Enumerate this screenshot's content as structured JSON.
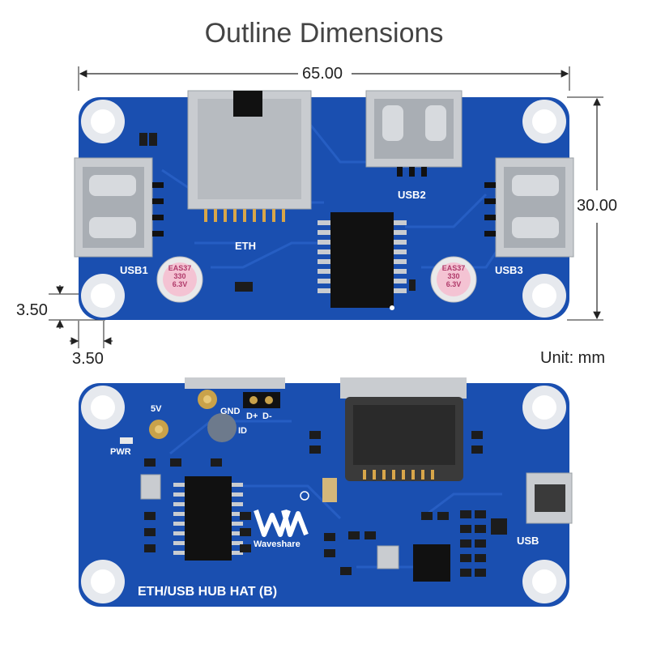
{
  "title": "Outline Dimensions",
  "dimensions": {
    "width": "65.00",
    "height": "30.00",
    "hole_offset_y": "3.50",
    "hole_offset_x": "3.50"
  },
  "unit_label": "Unit: mm",
  "top_board": {
    "labels": {
      "usb1": "USB1",
      "usb2": "USB2",
      "usb3": "USB3",
      "eth": "ETH",
      "cap1": [
        "EAS37",
        "330",
        "6.3V"
      ],
      "cap2": [
        "EAS37",
        "330",
        "6.3V"
      ]
    }
  },
  "bottom_board": {
    "labels": {
      "pwr": "PWR",
      "five_v": "5V",
      "gnd": "GND",
      "dplus": "D+",
      "dminus": "D-",
      "id": "ID",
      "usb": "USB",
      "brand": "Waveshare",
      "product": "ETH/USB HUB HAT (B)"
    }
  },
  "colors": {
    "pcb": "#1a4fb0",
    "pcb_dark": "#153f8f",
    "silver": "#c9ccd0",
    "chip": "#111111",
    "gold": "#c9a24a"
  }
}
